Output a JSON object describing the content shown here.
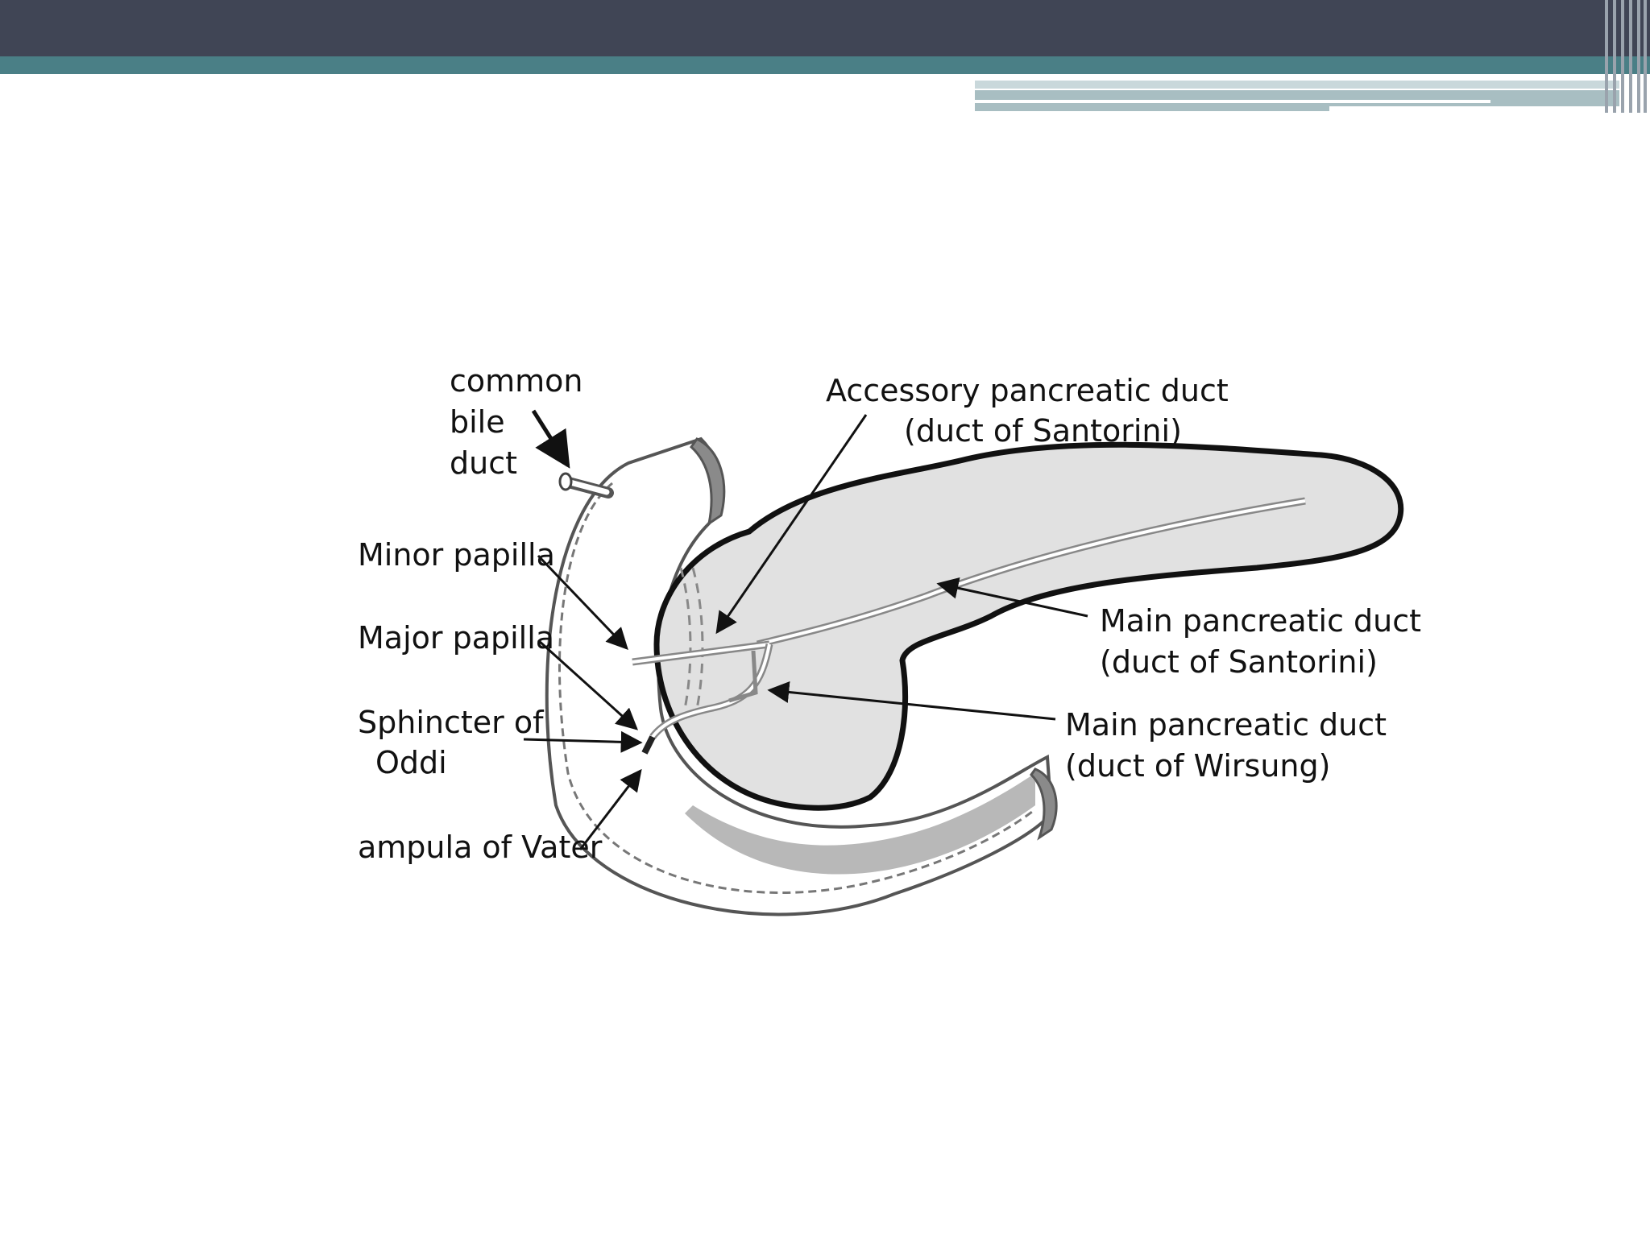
{
  "labels": {
    "common_bile_duct": [
      "common",
      "bile",
      "duct"
    ],
    "minor_papilla": "Minor papilla",
    "major_papilla": "Major papilla",
    "sphincter": [
      "Sphincter of",
      "Oddi"
    ],
    "ampulla": "ampula of Vater",
    "accessory_duct": [
      "Accessory pancreatic duct",
      "(duct of Santorini)"
    ],
    "main_duct_santorini": [
      "Main pancreatic duct",
      "(duct of Santorini)"
    ],
    "main_duct_wirsung": [
      "Main pancreatic duct",
      "(duct of Wirsung)"
    ]
  }
}
